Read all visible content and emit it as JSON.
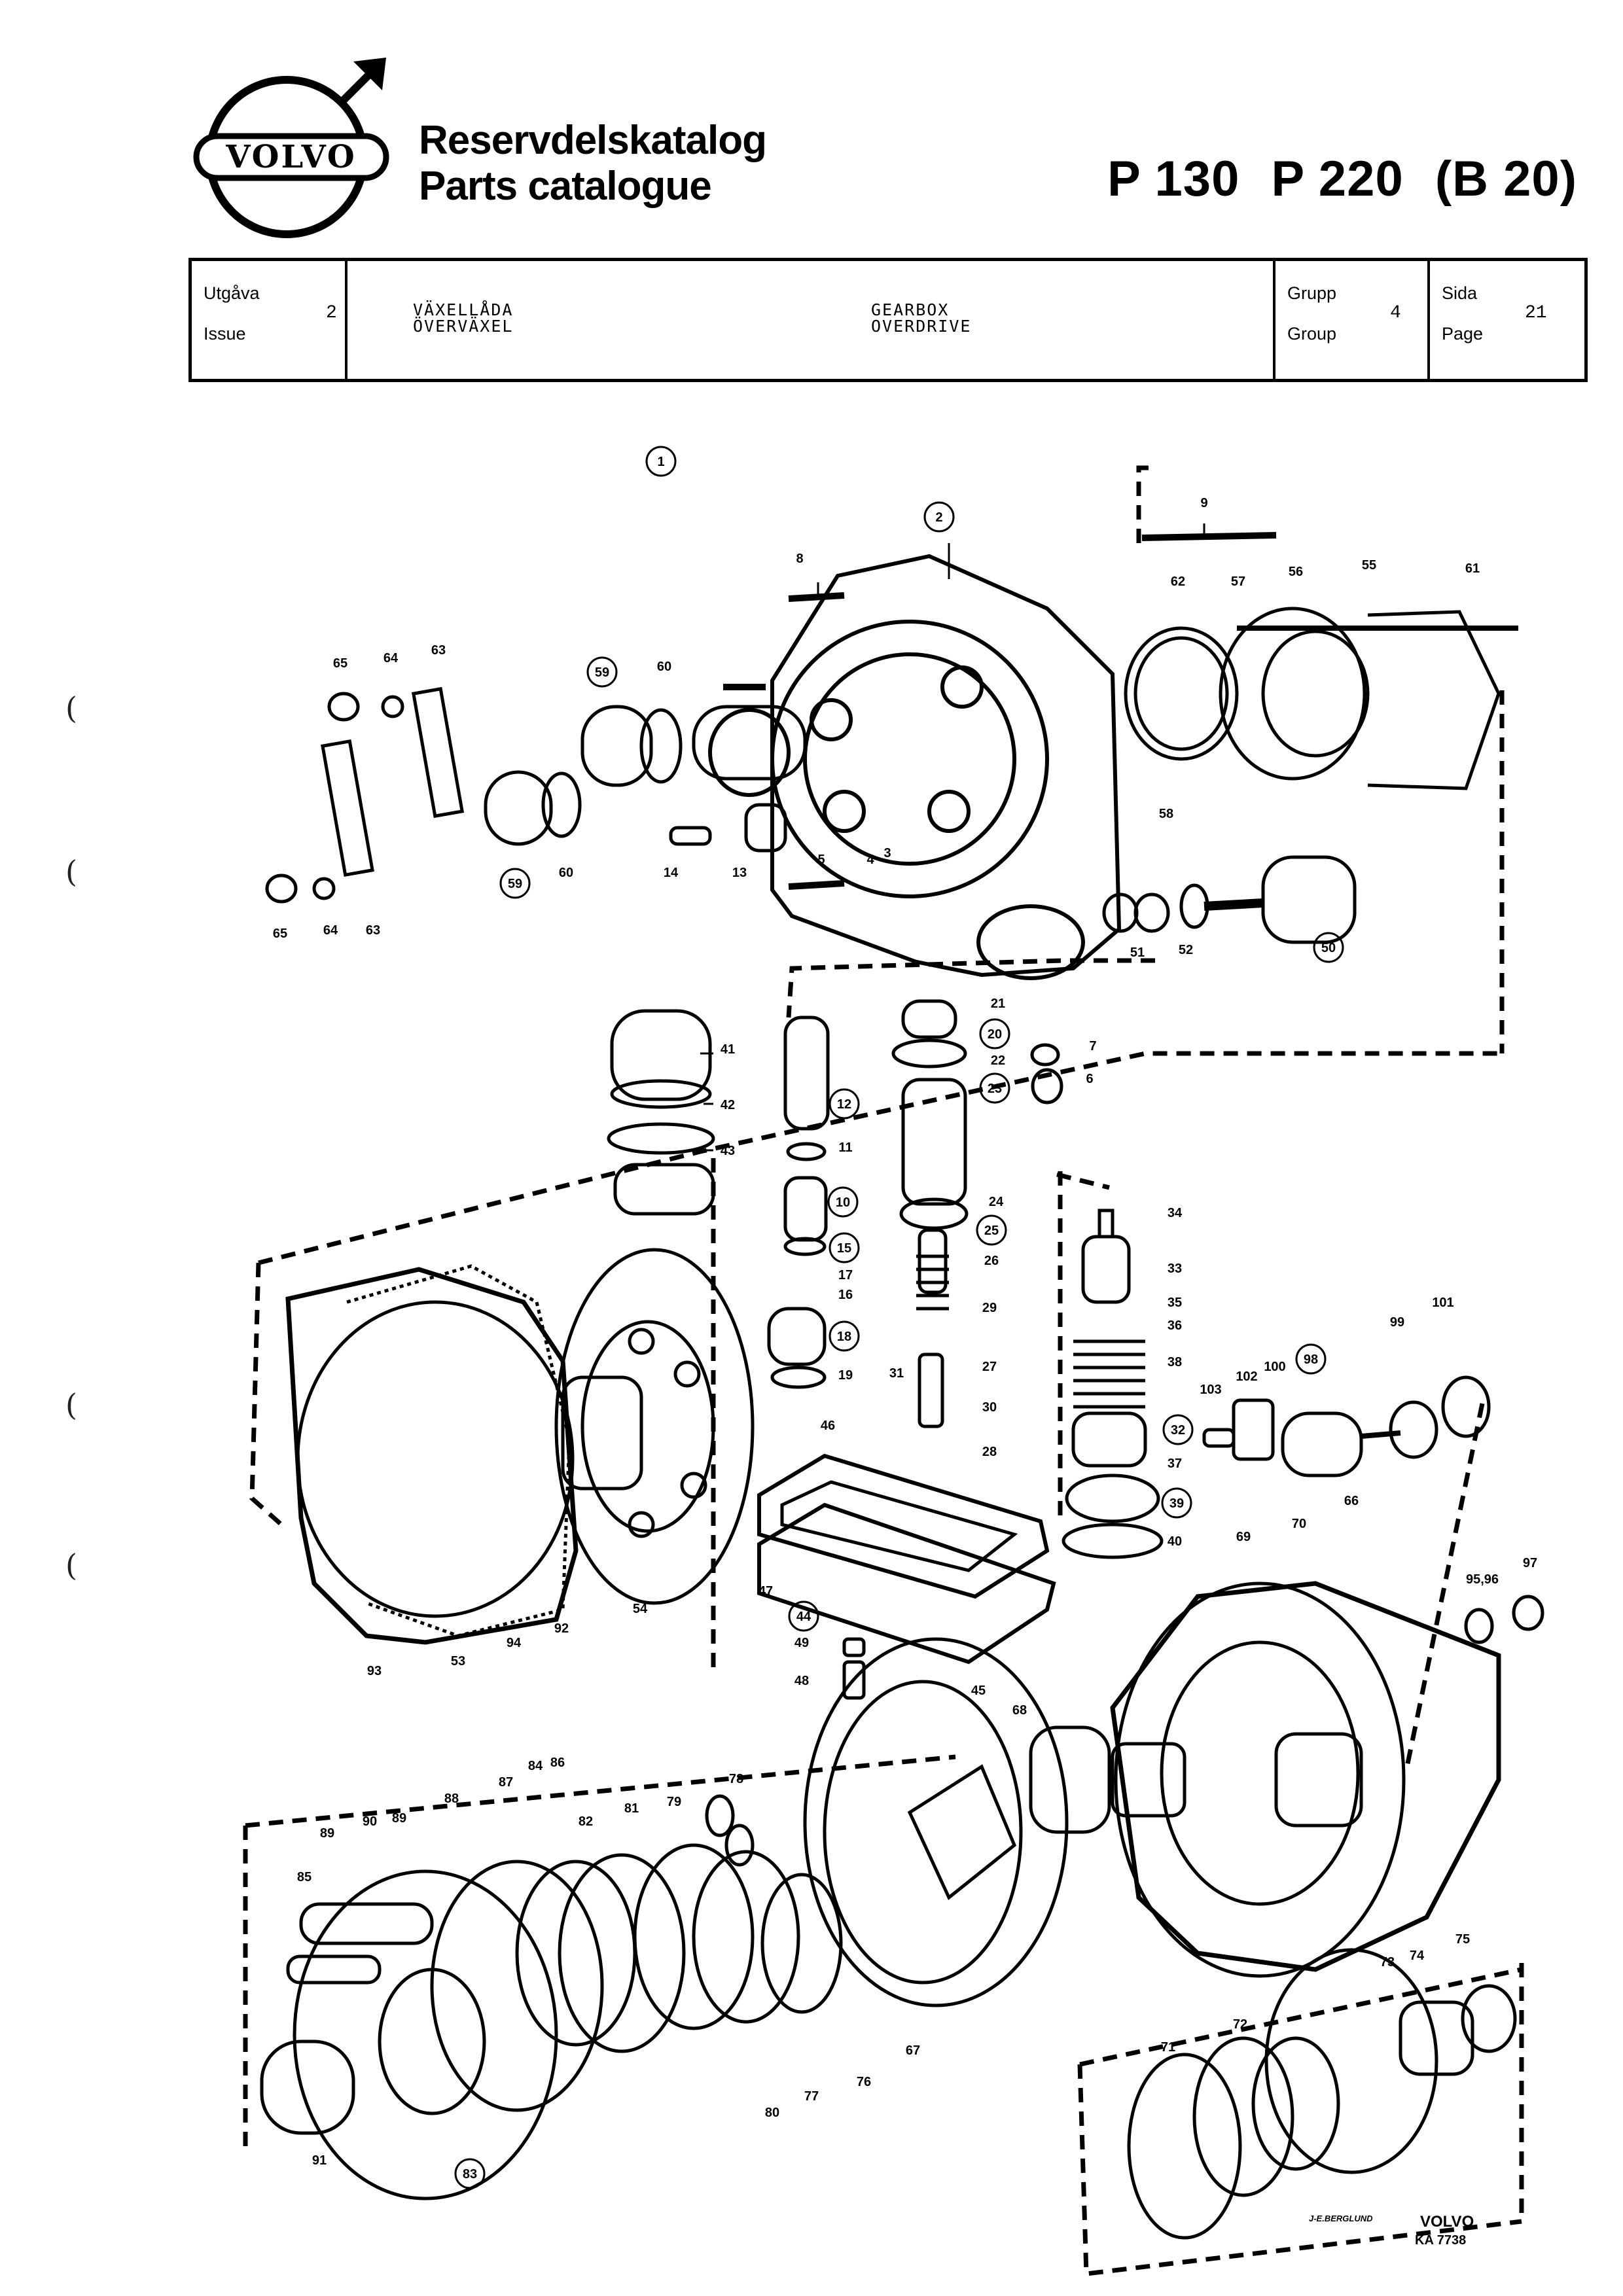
{
  "header": {
    "brand": "VOLVO",
    "title_sv": "Reservdelskatalog",
    "title_en": "Parts catalogue",
    "models": [
      "P 130",
      "P 220",
      "(B 20)"
    ]
  },
  "info": {
    "issue_label_sv": "Utgåva",
    "issue_label_en": "Issue",
    "issue_value": "2",
    "desc_sv_1": "VÄXELLÅDA",
    "desc_sv_2": "ÖVERVÄXEL",
    "desc_en_1": "GEARBOX",
    "desc_en_2": "OVERDRIVE",
    "group_label_sv": "Grupp",
    "group_label_en": "Group",
    "group_value": "4",
    "page_label_sv": "Sida",
    "page_label_en": "Page",
    "page_value": "21"
  },
  "diagram": {
    "footer_brand": "VOLVO",
    "footer_code": "KA 7738",
    "artist": "J-E.BERGLUND",
    "callouts": [
      "1",
      "2",
      "3",
      "4",
      "5",
      "6",
      "7",
      "8",
      "9",
      "10",
      "11",
      "12",
      "13",
      "14",
      "15",
      "16",
      "17",
      "18",
      "19",
      "20",
      "21",
      "22",
      "23",
      "24",
      "25",
      "26",
      "27",
      "28",
      "29",
      "30",
      "31",
      "32",
      "33",
      "34",
      "35",
      "36",
      "37",
      "38",
      "39",
      "40",
      "41",
      "42",
      "43",
      "44",
      "45",
      "46",
      "47",
      "48",
      "49",
      "50",
      "51",
      "52",
      "53",
      "54",
      "55",
      "56",
      "57",
      "58",
      "59",
      "60",
      "61",
      "62",
      "63",
      "64",
      "65",
      "66",
      "67",
      "68",
      "69",
      "70",
      "71",
      "72",
      "73",
      "74",
      "75",
      "76",
      "77",
      "78",
      "79",
      "80",
      "81",
      "82",
      "83",
      "84",
      "85",
      "86",
      "87",
      "88",
      "89",
      "90",
      "91",
      "92",
      "93",
      "94",
      "95,96",
      "97",
      "98",
      "99",
      "100",
      "101",
      "102",
      "103"
    ]
  }
}
